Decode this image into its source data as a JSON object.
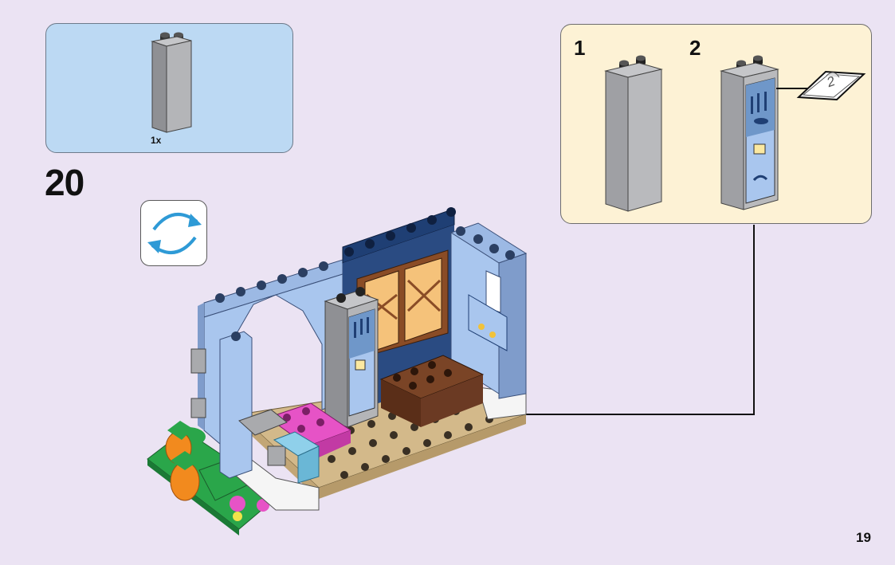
{
  "parts_list": {
    "quantity": "1x"
  },
  "step": {
    "number": "20"
  },
  "substeps": [
    {
      "label": "1"
    },
    {
      "label": "2"
    }
  ],
  "sticker": {
    "label": "2"
  },
  "page": {
    "number": "19"
  },
  "colors": {
    "page_bg": "#ebe3f3",
    "parts_bg": "#bcd9f3",
    "substep_bg": "#fdf2d5",
    "rotate_arrow": "#2e9ad6",
    "brick_grey": "#a9aaad",
    "wall_blue": "#a9c6ee",
    "dark_blue": "#1f3f74",
    "tan": "#d3b98a",
    "brown": "#6b3a23",
    "pink": "#e653c6",
    "green": "#2aa64a",
    "orange": "#f28a1e"
  }
}
